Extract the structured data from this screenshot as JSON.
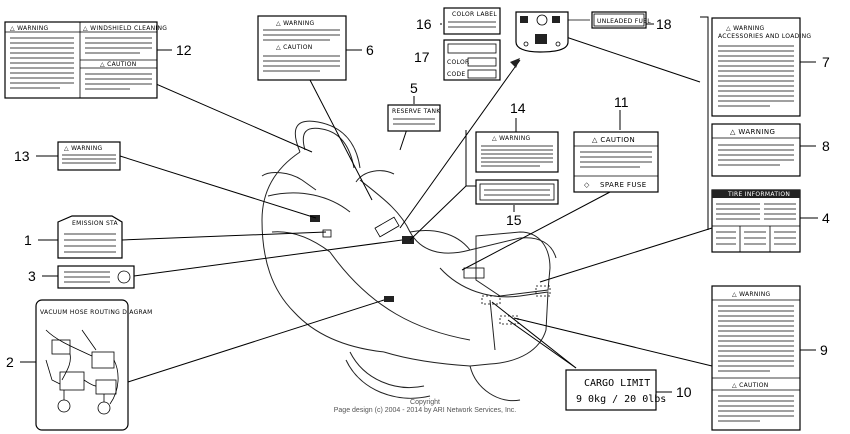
{
  "callouts": [
    "1",
    "2",
    "3",
    "4",
    "5",
    "6",
    "7",
    "8",
    "9",
    "10",
    "11",
    "12",
    "13",
    "14",
    "15",
    "16",
    "17",
    "18"
  ],
  "labels": {
    "warning": "WARNING",
    "caution": "CAUTION",
    "warning_tri": "△ WARNING",
    "caution_tri": "△ CAUTION",
    "windshield_cleaning": "△ WINDSHIELD CLEANING",
    "reserve_tank": "RESERVE TANK",
    "color_label": "COLOR LABEL",
    "color": "COLOR",
    "code": "CODE",
    "unleaded_fuel": "UNLEADED FUEL",
    "accessories_loading": "ACCESSORIES AND LOADING",
    "tire_information": "TIRE INFORMATION",
    "spare_fuse": "SPARE FUSE",
    "emission_sta": "EMISSION STA",
    "vacuum_hose": "VACUUM HOSE ROUTING DIAGRAM",
    "cargo_limit": "CARGO LIMIT",
    "cargo_value": "9 0kg / 20 0lbs"
  },
  "copyright": {
    "line1": "Copyright",
    "line2": "Page design (c) 2004 - 2014 by ARI Network Services, Inc."
  }
}
